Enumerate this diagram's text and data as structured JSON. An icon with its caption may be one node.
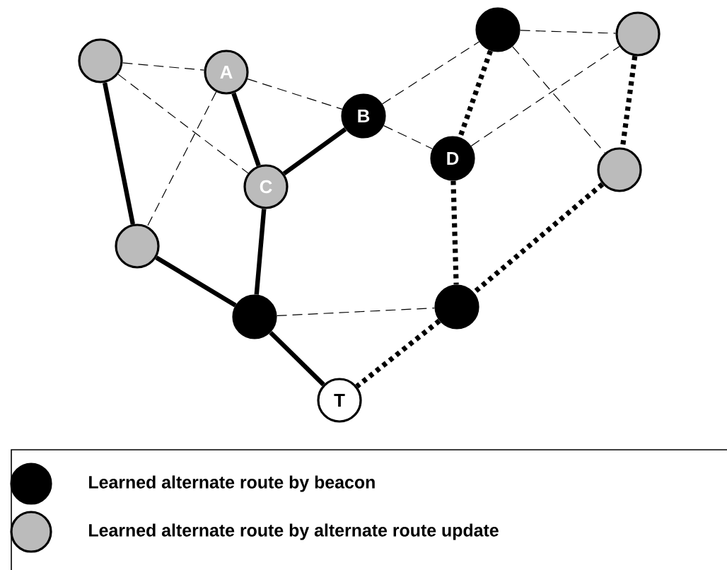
{
  "diagram": {
    "nodes": [
      {
        "text": [],
        "shape": "circle"
      },
      {
        "text": [
          "A"
        ]
      },
      {
        "text": [
          "B"
        ]
      },
      {
        "text": [],
        "shape": "circle"
      },
      {
        "text": [],
        "shape": "circle"
      },
      {
        "text": [
          "C"
        ]
      },
      {
        "text": [
          "D"
        ]
      },
      {
        "text": [],
        "shape": "circle"
      },
      {
        "text": [],
        "shape": "circle"
      },
      {
        "text": [],
        "shape": "circle"
      },
      {
        "text": [],
        "shape": "circle"
      },
      {
        "text": [
          "T"
        ]
      }
    ],
    "edges": [
      {
        "from": 0,
        "to": 1,
        "arrow": "none",
        "style": "dashed"
      },
      {
        "from": 0,
        "to": 5,
        "arrow": "none",
        "style": "dashed"
      },
      {
        "from": 1,
        "to": 8,
        "arrow": "none",
        "style": "dashed"
      },
      {
        "from": 1,
        "to": 2,
        "arrow": "none",
        "style": "dashed"
      },
      {
        "from": 2,
        "to": 3,
        "arrow": "none",
        "style": "dashed"
      },
      {
        "from": 2,
        "to": 6,
        "arrow": "none",
        "style": "dashed"
      },
      {
        "from": 3,
        "to": 4,
        "arrow": "none",
        "style": "dashed"
      },
      {
        "from": 3,
        "to": 7,
        "arrow": "none",
        "style": "dashed"
      },
      {
        "from": 6,
        "to": 4,
        "arrow": "none",
        "style": "dashed"
      },
      {
        "from": 9,
        "to": 10,
        "arrow": "none",
        "style": "dashed"
      },
      {
        "from": 0,
        "to": 8,
        "arrow": "none"
      },
      {
        "from": 1,
        "to": 5,
        "arrow": "none"
      },
      {
        "from": 5,
        "to": 2,
        "arrow": "none"
      },
      {
        "from": 5,
        "to": 9,
        "arrow": "none"
      },
      {
        "from": 8,
        "to": 9,
        "arrow": "none"
      },
      {
        "from": 9,
        "to": 11,
        "arrow": "none"
      },
      {
        "from": 3,
        "to": 6,
        "arrow": "none",
        "style": "dashed"
      },
      {
        "from": 6,
        "to": 10,
        "arrow": "none",
        "style": "dashed"
      },
      {
        "from": 4,
        "to": 7,
        "arrow": "none",
        "style": "dashed"
      },
      {
        "from": 7,
        "to": 10,
        "arrow": "none",
        "style": "dashed"
      },
      {
        "from": 10,
        "to": 11,
        "arrow": "none",
        "style": "dashed"
      }
    ],
    "legend": [
      {
        "text": "Learned alternate route by beacon",
        "color": "#000000"
      },
      {
        "text": "Learned alternate route by alternate route update",
        "color": "#bbbbbb"
      }
    ]
  }
}
